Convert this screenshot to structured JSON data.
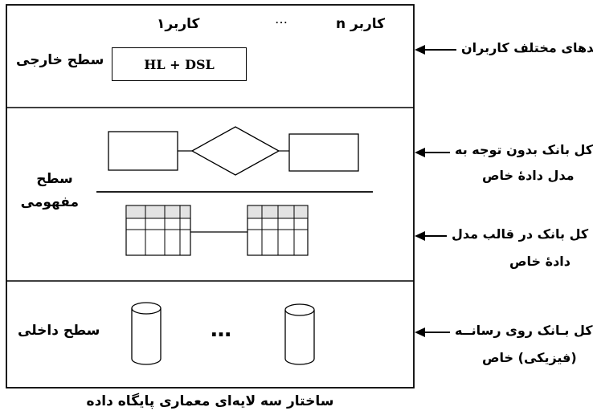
{
  "caption": "ساختار سه لایه‌ای معماری پایگاه داده",
  "levels": {
    "external": {
      "name": "سطح خارجی",
      "user1": "کاربر۱",
      "ellipsis": "…",
      "usern": "کاربر n",
      "language_box": "HL + DSL"
    },
    "conceptual": {
      "name_line1": "سطح",
      "name_line2": "مفهومی"
    },
    "internal": {
      "name": "سطح داخلی",
      "ellipsis": "…"
    }
  },
  "annotations": {
    "user_views": "دیدهای مختلف کاربران",
    "db_independent_line1": "کل بانک بدون توجه به",
    "db_independent_line2": "مدل دادهٔ خاص",
    "db_model_line1": "کل بانک در قالب مدل",
    "db_model_line2": "دادهٔ خاص",
    "db_physical_line1": "کل بـانک روی رسانــه",
    "db_physical_line2": "(فیزیکی) خاص"
  }
}
